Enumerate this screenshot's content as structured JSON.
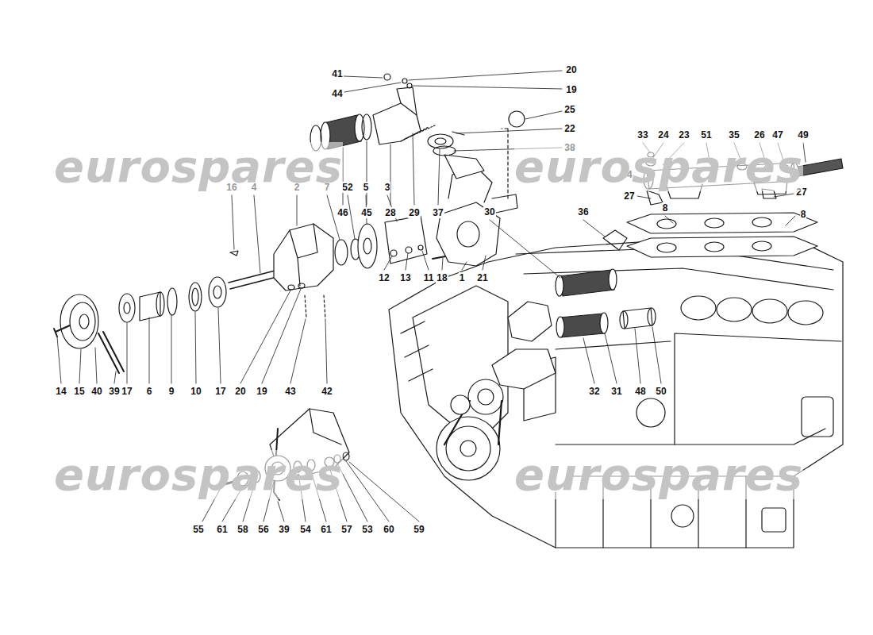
{
  "diagram": {
    "labels": [
      "41",
      "20",
      "44",
      "19",
      "25",
      "22",
      "38",
      "46",
      "45",
      "28",
      "29",
      "37",
      "16",
      "4",
      "2",
      "7",
      "52",
      "5",
      "3",
      "33",
      "24",
      "23",
      "51",
      "35",
      "26",
      "47",
      "49",
      "34",
      "27",
      "8",
      "27",
      "8",
      "30",
      "36",
      "12",
      "13",
      "11",
      "18",
      "1",
      "21",
      "14",
      "15",
      "40",
      "39",
      "17",
      "6",
      "9",
      "10",
      "17",
      "20",
      "19",
      "43",
      "42",
      "32",
      "31",
      "48",
      "50",
      "55",
      "61",
      "58",
      "56",
      "39",
      "54",
      "61",
      "57",
      "53",
      "60",
      "59",
      "eurospares",
      "eurospares",
      "eurospares",
      "eurospares"
    ]
  }
}
